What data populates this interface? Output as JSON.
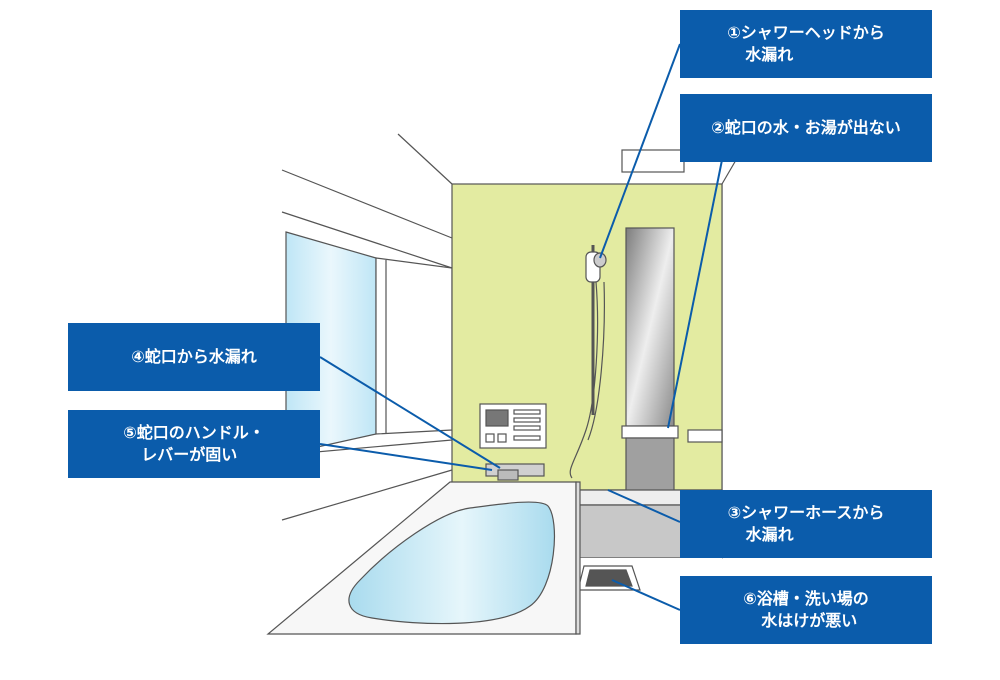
{
  "labels": [
    {
      "id": "1",
      "lines": [
        "①シャワーヘッドから",
        "水漏れ"
      ]
    },
    {
      "id": "2",
      "lines": [
        "②蛇口の水・お湯が出ない"
      ]
    },
    {
      "id": "3",
      "lines": [
        "③シャワーホースから",
        "水漏れ"
      ]
    },
    {
      "id": "4",
      "lines": [
        "④蛇口から水漏れ"
      ]
    },
    {
      "id": "5",
      "lines": [
        "⑤蛇口のハンドル・",
        "レバーが固い"
      ]
    },
    {
      "id": "6",
      "lines": [
        "⑥浴槽・洗い場の",
        "水はけが悪い"
      ]
    }
  ],
  "colors": {
    "label_bg": "#0b5cab",
    "label_text": "#ffffff",
    "leader_line": "#0b5cab",
    "wall_accent": "#e3eba1",
    "tub_water": "#bde3f0",
    "window_glass": "#cdebf7",
    "outline": "#444444"
  }
}
